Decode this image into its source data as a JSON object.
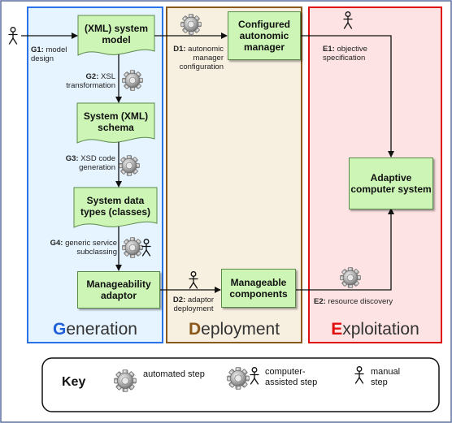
{
  "sections": {
    "generation": {
      "initial": "G",
      "rest": "eneration",
      "color": "#1f5fd8",
      "fill": "#e6f4ff"
    },
    "deployment": {
      "initial": "D",
      "rest": "eployment",
      "color": "#8a5a1c",
      "fill": "#f7efe0"
    },
    "exploitation": {
      "initial": "E",
      "rest": "xploitation",
      "color": "#e01010",
      "fill": "#fde3e3"
    }
  },
  "nodes": {
    "xml_model": "(XML) system model",
    "xml_schema": "System (XML) schema",
    "data_types": "System data types (classes)",
    "adaptor": "Manageability adaptor",
    "configured_manager": "Configured autonomic manager",
    "manageable_components": "Manageable components",
    "adaptive_system": "Adaptive computer system"
  },
  "steps": {
    "g1": {
      "id": "G1:",
      "text": "model design"
    },
    "g2": {
      "id": "G2:",
      "text": "XSL transformation"
    },
    "g3": {
      "id": "G3:",
      "text": "XSD code generation"
    },
    "g4": {
      "id": "G4:",
      "text": "generic service subclassing"
    },
    "d1": {
      "id": "D1:",
      "text": "autonomic manager configuration"
    },
    "d2": {
      "id": "D2:",
      "text": "adaptor deployment"
    },
    "e1": {
      "id": "E1:",
      "text": "objective specification"
    },
    "e2": {
      "id": "E2:",
      "text": "resource discovery"
    }
  },
  "key": {
    "title": "Key",
    "automated": "automated step",
    "computer_assisted": "computer-assisted step",
    "manual": "manual step"
  },
  "icons": {
    "gear": "gear-icon",
    "person": "person-icon"
  },
  "colors": {
    "node_fill": "#ccf5b6",
    "node_border": "#5a8a4a",
    "arrow": "#111111"
  }
}
